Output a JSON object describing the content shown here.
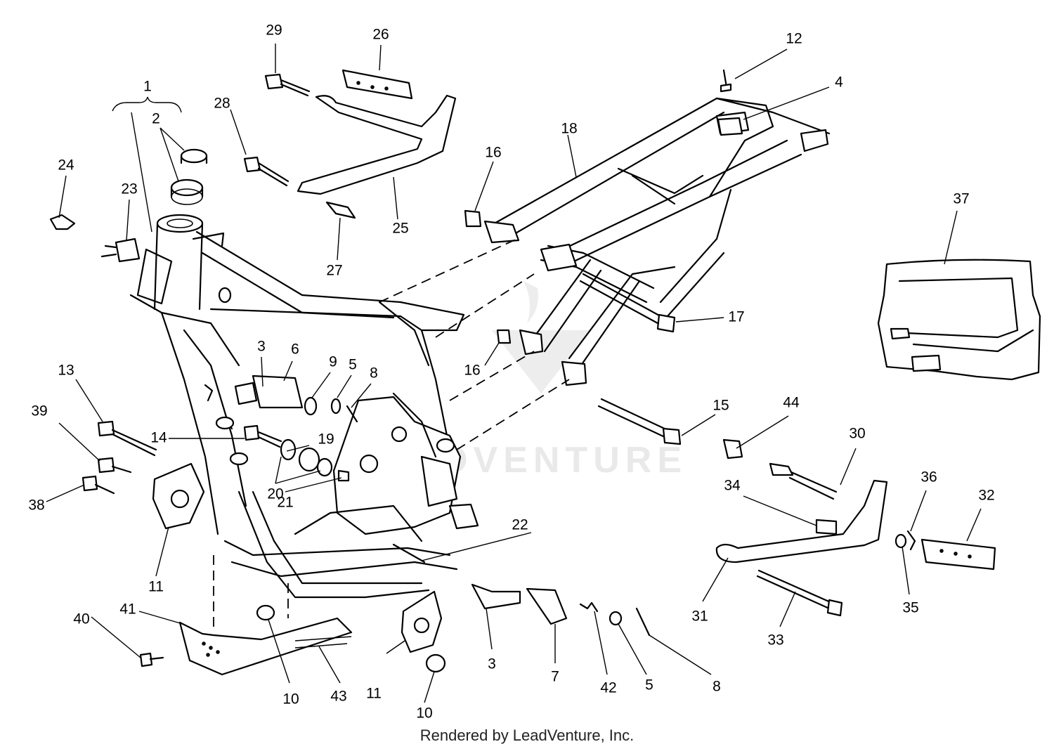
{
  "watermark": "LEADVENTURE",
  "footer": "Rendered by LeadVenture, Inc.",
  "callouts": [
    "1",
    "2",
    "3",
    "3",
    "4",
    "5",
    "5",
    "6",
    "7",
    "8",
    "8",
    "9",
    "10",
    "10",
    "11",
    "11",
    "12",
    "13",
    "14",
    "15",
    "16",
    "16",
    "17",
    "18",
    "19",
    "20",
    "21",
    "22",
    "23",
    "24",
    "25",
    "26",
    "27",
    "28",
    "29",
    "30",
    "31",
    "32",
    "33",
    "34",
    "35",
    "36",
    "37",
    "38",
    "39",
    "40",
    "41",
    "42",
    "43",
    "44"
  ]
}
